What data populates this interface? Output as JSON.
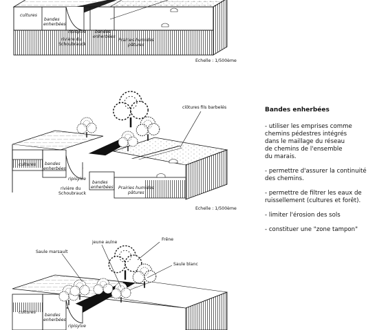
{
  "diagram1": {
    "labels": {
      "cultures": "cultures",
      "bandes": "bandes\nenherbées",
      "ripisylve": "ripisylve",
      "bandes2": "bandes\nenherbées",
      "prairies": "Prairies humides\npâtures",
      "riviere": "rivière du\nSchoubrauck"
    },
    "scale": "Echelle : 1/500ème"
  },
  "diagram2": {
    "labels": {
      "clotures": "clôtures fils barbelés",
      "cultures": "cultures",
      "bandes": "bandes\nenherbées",
      "ripisylve": "ripisylve",
      "bandes2": "bandes\nenherbées",
      "prairies": "Prairies humides\npâtures",
      "riviere": "rivière du\nSchoubrauck"
    },
    "scale": "Echelle : 1/500ème"
  },
  "diagram3": {
    "labels": {
      "frene": "Frêne",
      "jeune_aulne": "jeune aulne",
      "saule_marsault": "Saule marsault",
      "saule_blanc": "Saule blanc",
      "cultures": "cultures",
      "bandes": "bandes\nenherbées",
      "ripisylve": "ripisylve"
    }
  },
  "panel": {
    "title": "Bandes enherbées",
    "items": [
      "- utiliser les emprises comme\nchemins pédestres intégrés\ndans le maillage du réseau\nde chemins de l'ensemble\ndu marais.",
      "- permettre d'assurer la continuité\ndes chemins.",
      "- permettre de filtrer les eaux de\nruissellement (cultures et forêt).",
      "- limiter l'érosion des sols",
      "- constituer une \"zone tampon\""
    ]
  }
}
